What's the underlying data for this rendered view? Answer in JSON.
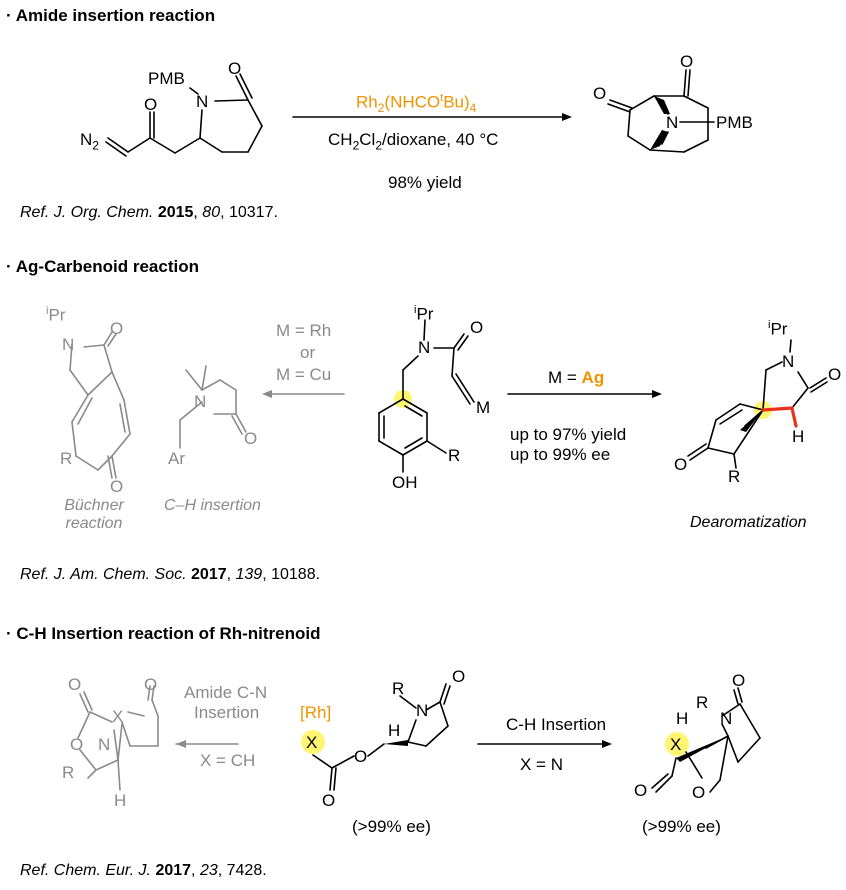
{
  "sections": [
    {
      "header": "·  Amide insertion reaction",
      "reagent_main": "Rh",
      "reagent_sub1": "2",
      "reagent_mid": "(NHCO",
      "reagent_sup": "t",
      "reagent_end": "Bu)",
      "reagent_sub2": "4",
      "solvent_a": "CH",
      "solvent_sub1": "2",
      "solvent_b": "Cl",
      "solvent_sub2": "2",
      "solvent_c": "/dioxane, 40 °C",
      "yield": "98% yield",
      "labels": {
        "pmb_sm": "PMB",
        "n_sm": "N",
        "o_ring": "O",
        "o_ketone": "O",
        "n2": "N",
        "n2_sub": "2",
        "o_p1": "O",
        "o_p2": "O",
        "n_p": "N",
        "pmb_p": "PMB"
      },
      "ref": {
        "prefix": "Ref. J. Org. Chem. ",
        "year": "2015",
        "sep1": ", ",
        "vol": "80",
        "sep2": ", 10317."
      }
    },
    {
      "header": "·  Ag-Carbenoid reaction",
      "left_conditions": [
        "M = Rh",
        "or",
        "M = Cu"
      ],
      "right_condition_prefix": "M = ",
      "right_condition_metal": "Ag",
      "right_results": [
        "up to 97% yield",
        "up to 99% ee"
      ],
      "captions": {
        "buchner": [
          "Büchner",
          "reaction"
        ],
        "ch_insertion": "C–H insertion",
        "dearom": "Dearomatization"
      },
      "labels": {
        "ipr_sup": "i",
        "ipr": "Pr",
        "n": "N",
        "o": "O",
        "m": "M",
        "r": "R",
        "oh": "OH",
        "ar": "Ar",
        "h": "H"
      },
      "ref": {
        "prefix": "Ref. J. Am. Chem. Soc. ",
        "year": "2017",
        "sep1": ", ",
        "vol": "139",
        "sep2": ", 10188."
      }
    },
    {
      "header": "·  C-H Insertion reaction of Rh-nitrenoid",
      "left_conditions": [
        "Amide C-N",
        "Insertion",
        "X = CH"
      ],
      "right_conditions": [
        "C-H Insertion",
        "X = N"
      ],
      "ee_center": "(>99% ee)",
      "ee_right": "(>99% ee)",
      "labels": {
        "rh": "[Rh]",
        "x": "X",
        "r": "R",
        "n": "N",
        "o": "O",
        "h": "H"
      },
      "ref": {
        "prefix": "Ref. Chem. Eur. J. ",
        "year": "2017",
        "sep1": ", ",
        "vol": "23",
        "sep2": ", 7428."
      }
    }
  ],
  "colors": {
    "accent": "#f39200",
    "highlight": "#fff35a",
    "bond_red": "#e8321c",
    "grey": "#8a8a8a"
  }
}
